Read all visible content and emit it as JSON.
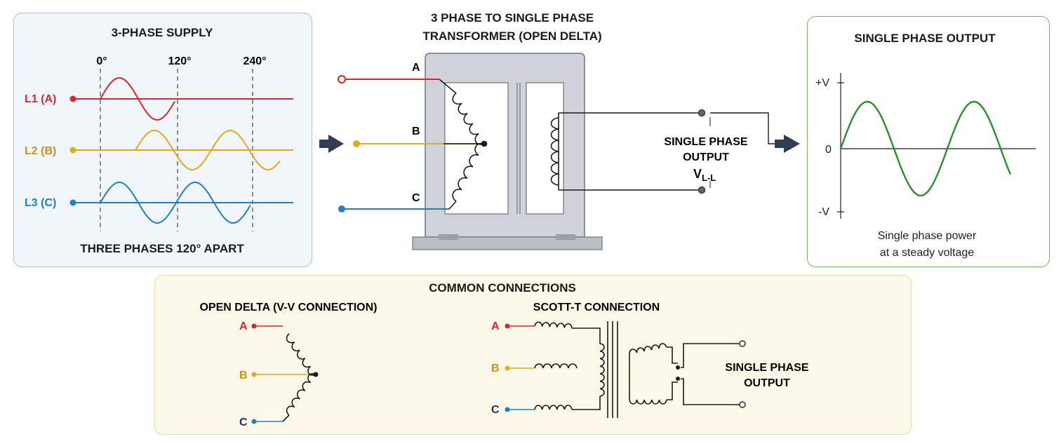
{
  "supply": {
    "title": "3-PHASE SUPPLY",
    "angles": [
      "0°",
      "120°",
      "240°"
    ],
    "lines": [
      "L1 (A)",
      "L2 (B)",
      "L3 (C)"
    ],
    "caption": "THREE PHASES 120° APART"
  },
  "transformer": {
    "title_line1": "3 PHASE TO SINGLE PHASE",
    "title_line2": "TRANSFORMER (OPEN DELTA)",
    "terminals": [
      "A",
      "B",
      "C"
    ],
    "output_line1": "SINGLE PHASE",
    "output_line2": "OUTPUT",
    "voltage_main": "V",
    "voltage_sub": "L-L"
  },
  "output": {
    "title": "SINGLE PHASE OUTPUT",
    "axis_labels": [
      "+V",
      "0",
      "-V"
    ],
    "caption_line1": "Single phase power",
    "caption_line2": "at a steady voltage"
  },
  "common": {
    "title": "COMMON CONNECTIONS",
    "open_delta": {
      "title": "OPEN DELTA (V-V CONNECTION)",
      "terminals": [
        "A",
        "B",
        "C"
      ]
    },
    "scott_t": {
      "title": "SCOTT-T CONNECTION",
      "terminals": [
        "A",
        "B",
        "C"
      ],
      "output_line1": "SINGLE PHASE",
      "output_line2": "OUTPUT"
    }
  },
  "colors": {
    "phase_a": "#d9262c",
    "phase_b": "#e3aa1a",
    "phase_c": "#1f7fc9",
    "output_wave": "#2e8b2e",
    "arrow": "#2f3e52"
  }
}
